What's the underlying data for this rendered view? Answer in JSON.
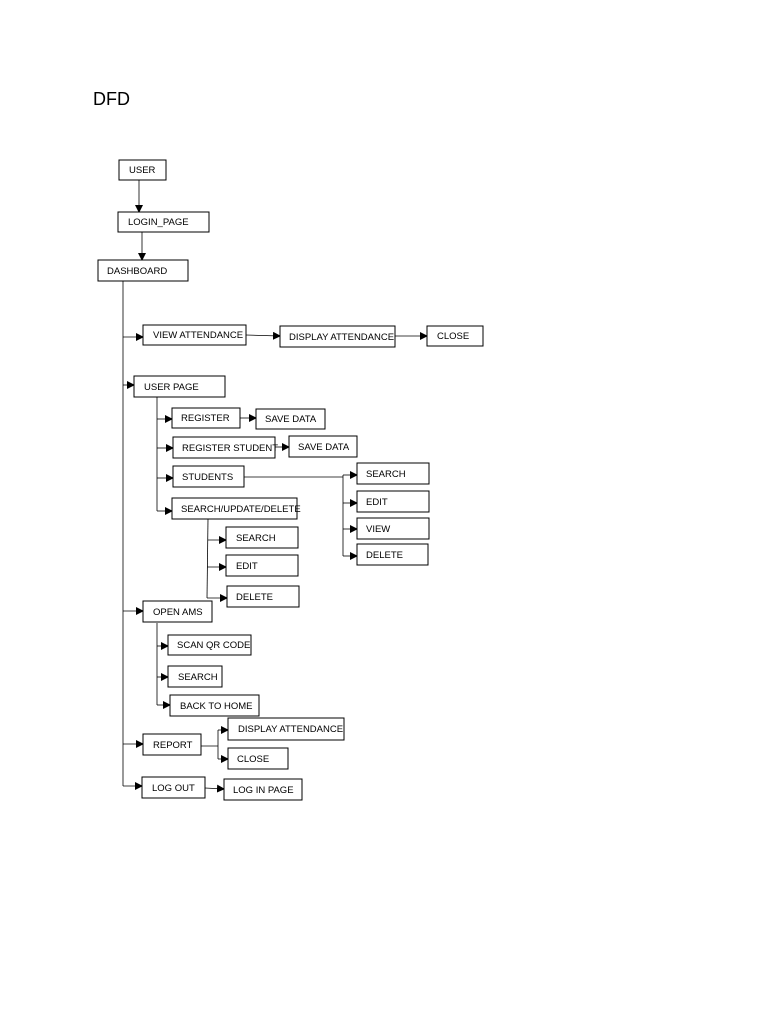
{
  "title": "DFD",
  "nodes": {
    "user": "USER",
    "login_page": "LOGIN_PAGE",
    "dashboard": "DASHBOARD",
    "view_attendance": "VIEW ATTENDANCE",
    "display_attendance_1": "DISPLAY ATTENDANCE",
    "close_1": "CLOSE",
    "user_page": "USER PAGE",
    "register": "REGISTER",
    "save_data_1": "SAVE DATA",
    "register_student": "REGISTER STUDENT",
    "save_data_2": "SAVE DATA",
    "students": "STUDENTS",
    "students_search": "SEARCH",
    "students_edit": "EDIT",
    "students_view": "VIEW",
    "students_delete": "DELETE",
    "search_update_delete": "SEARCH/UPDATE/DELETE",
    "sud_search": "SEARCH",
    "sud_edit": "EDIT",
    "sud_delete": "DELETE",
    "open_ams": "OPEN AMS",
    "scan_qr_code": "SCAN QR CODE",
    "ams_search": "SEARCH",
    "back_to_home": "BACK TO HOME",
    "report": "REPORT",
    "display_attendance_2": "DISPLAY ATTENDANCE",
    "close_2": "CLOSE",
    "log_out": "LOG OUT",
    "log_in_page": "LOG IN PAGE"
  }
}
